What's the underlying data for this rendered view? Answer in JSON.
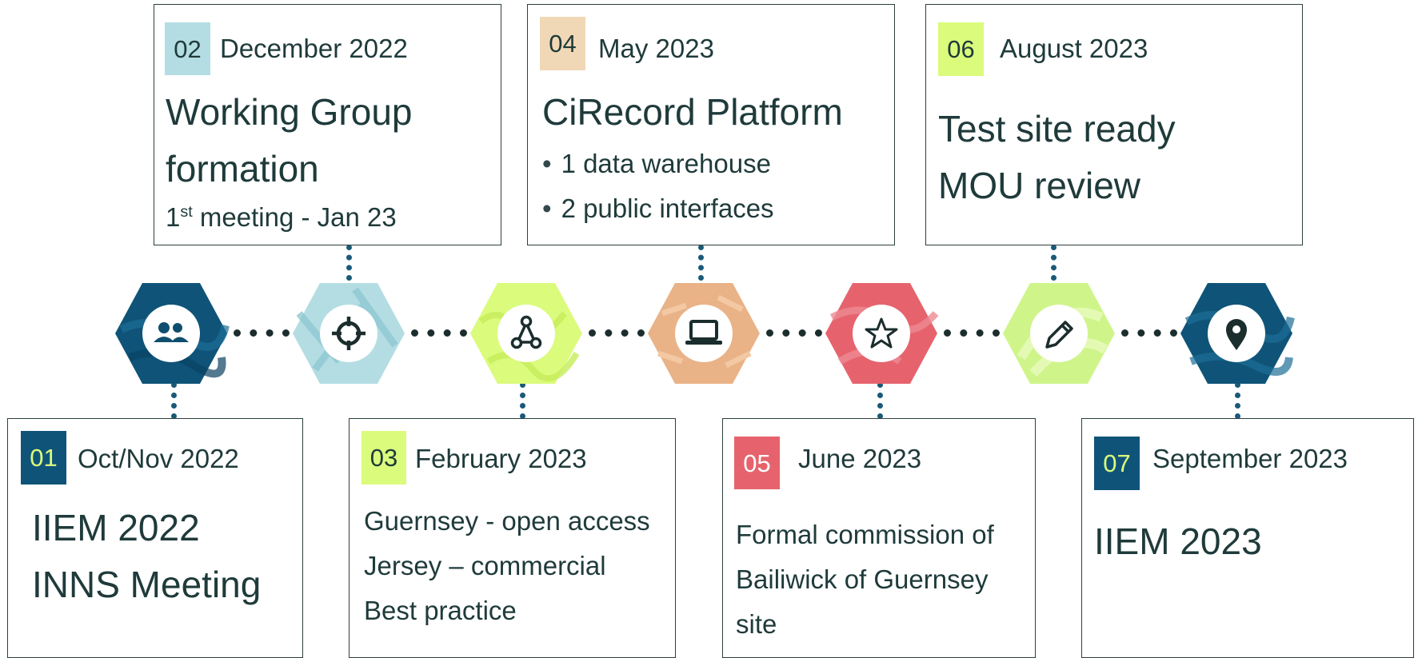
{
  "colors": {
    "navy": "#0f5478",
    "light_blue": "#b3dde3",
    "lime": "#dbfb7c",
    "orange": "#e9b287",
    "red": "#e6636d",
    "lime2": "#cff58a",
    "tan": "#f0d8b6"
  },
  "milestones": [
    {
      "num": "01",
      "date": "Oct/Nov 2022",
      "lines": [
        "IIEM 2022",
        "INNS Meeting"
      ],
      "icon": "people-icon"
    },
    {
      "num": "02",
      "date": "December 2022",
      "lines": [
        "Working Group",
        "formation",
        "1",
        "st",
        " meeting - Jan 23"
      ],
      "icon": "target-icon"
    },
    {
      "num": "03",
      "date": "February 2023",
      "lines": [
        "Guernsey - open access",
        "Jersey – commercial",
        "Best practice"
      ],
      "icon": "network-icon"
    },
    {
      "num": "04",
      "date": "May 2023",
      "lines": [
        "CiRecord Platform",
        "1 data warehouse",
        "2 public interfaces"
      ],
      "icon": "laptop-icon"
    },
    {
      "num": "05",
      "date": "June 2023",
      "lines": [
        "Formal commission of",
        "Bailiwick of Guernsey",
        "site"
      ],
      "icon": "star-icon"
    },
    {
      "num": "06",
      "date": "August 2023",
      "lines": [
        "Test site ready",
        "MOU review"
      ],
      "icon": "pencil-icon"
    },
    {
      "num": "07",
      "date": "September 2023",
      "lines": [
        "IIEM 2023"
      ],
      "icon": "location-pin-icon"
    }
  ]
}
